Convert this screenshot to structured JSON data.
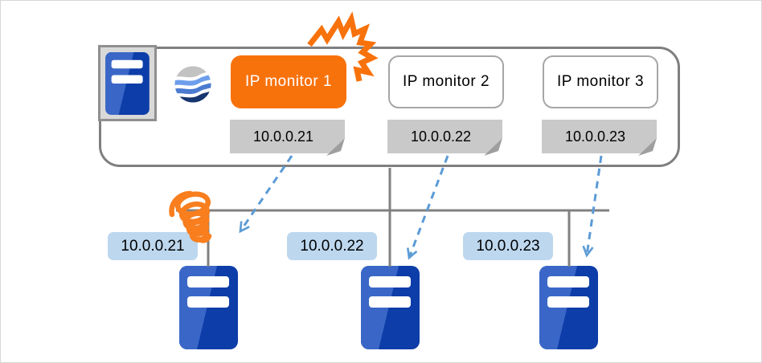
{
  "monitors": [
    {
      "label": "IP monitor 1",
      "ip": "10.0.0.21",
      "state": "alert"
    },
    {
      "label": "IP monitor 2",
      "ip": "10.0.0.22",
      "state": "normal"
    },
    {
      "label": "IP monitor 3",
      "ip": "10.0.0.23",
      "state": "normal"
    }
  ],
  "servers": [
    {
      "ip": "10.0.0.21",
      "link": "failed"
    },
    {
      "ip": "10.0.0.22",
      "link": "ok"
    },
    {
      "ip": "10.0.0.23",
      "link": "ok"
    }
  ],
  "icons": {
    "host": "server-icon",
    "logo": "globe-wave-logo-icon",
    "burst": "explosion-icon",
    "coil": "failure-coil-icon",
    "arrow": "dashed-arrow-icon"
  },
  "colors": {
    "alert_orange": "#f8720c",
    "server_blue_dark": "#0d3da8",
    "server_blue_light": "#3a67c7",
    "arrow_blue": "#5b9bd5",
    "label_blue": "#bdd7ee",
    "tag_gray": "#c9c9c9",
    "tag_fold_gray": "#9e9e9e",
    "line_gray": "#808080"
  }
}
